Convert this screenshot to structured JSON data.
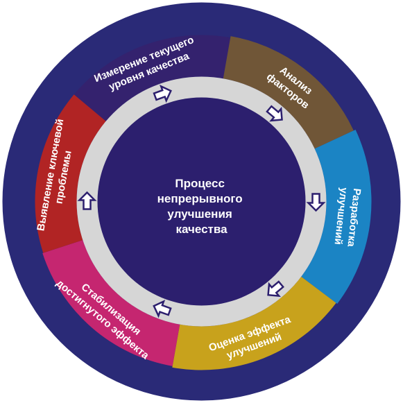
{
  "center": {
    "lines": [
      "Процесс",
      "непрерывного",
      "улучшения",
      "качества"
    ]
  },
  "colors": {
    "outer_ring": "#2a2a77",
    "gray_ring": "#d6d6d6",
    "center": "#2c1f6e",
    "arrow_fill": "#ffffff",
    "arrow_stroke": "#2c1f6e"
  },
  "segments": [
    {
      "id": "measure",
      "lines": [
        "Измерение текущего",
        "уровня качества"
      ],
      "color": "#34226e"
    },
    {
      "id": "analysis",
      "lines": [
        "Анализ",
        "факторов"
      ],
      "color": "#705637"
    },
    {
      "id": "develop",
      "lines": [
        "Разработка",
        "улучшений"
      ],
      "color": "#1b84c4"
    },
    {
      "id": "evaluate",
      "lines": [
        "Оценка эффекта",
        "улучшений"
      ],
      "color": "#c8a21c"
    },
    {
      "id": "stabilize",
      "lines": [
        "Стабилизация",
        "достигнутого эффекта"
      ],
      "color": "#c52670"
    },
    {
      "id": "identify",
      "lines": [
        "Выявление ключевой",
        "проблемы"
      ],
      "color": "#b12424"
    }
  ]
}
